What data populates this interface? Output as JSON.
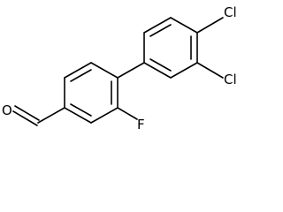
{
  "molecule": {
    "atoms": {
      "oxygen": "O",
      "fluorine": "F",
      "chlorine_top": "Cl",
      "chlorine_bottom": "Cl"
    }
  }
}
